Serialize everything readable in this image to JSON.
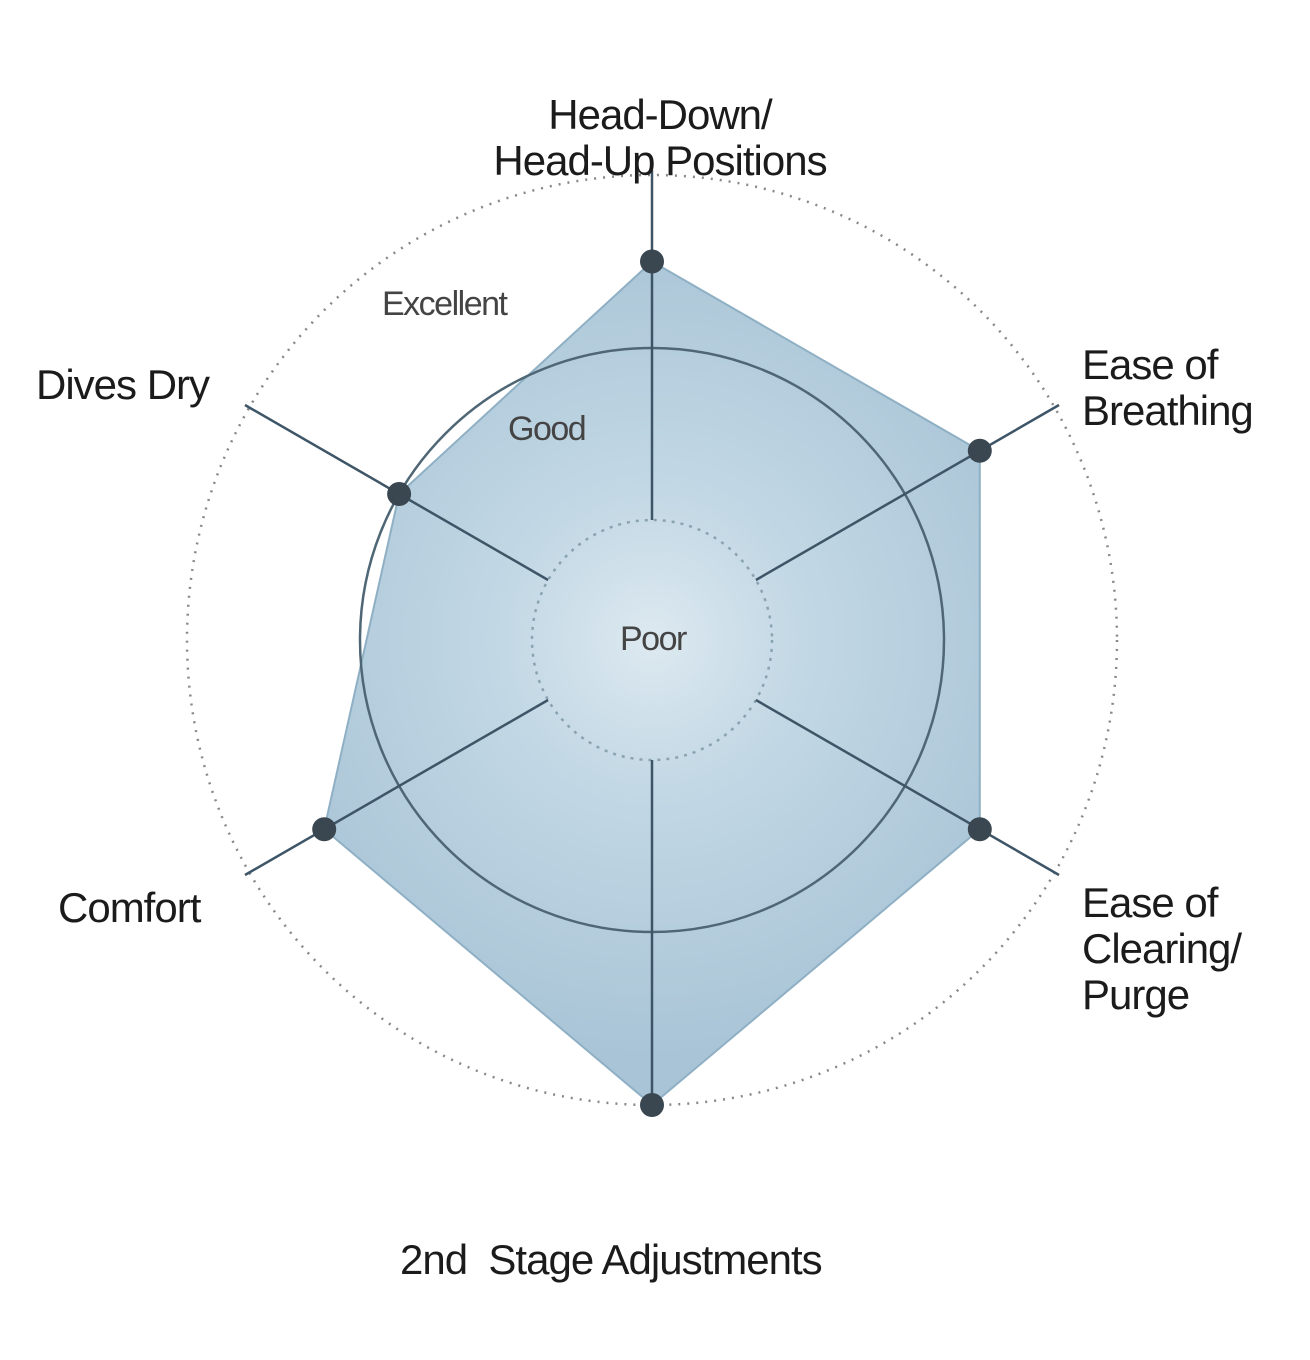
{
  "chart_data": {
    "type": "radar",
    "title": "",
    "axes": [
      {
        "label_lines": [
          "Head-Down/",
          "Head-Up Positions"
        ],
        "value": 2.5
      },
      {
        "label_lines": [
          "Ease of",
          "Breathing"
        ],
        "value": 2.5
      },
      {
        "label_lines": [
          "Ease of",
          "Clearing/",
          "Purge"
        ],
        "value": 2.5
      },
      {
        "label_lines": [
          "2nd  Stage Adjustments"
        ],
        "value": 3
      },
      {
        "label_lines": [
          "Comfort"
        ],
        "value": 2.5
      },
      {
        "label_lines": [
          "Dives Dry"
        ],
        "value": 2
      }
    ],
    "scale": {
      "levels": [
        "Poor",
        "Good",
        "Excellent"
      ],
      "level_values": [
        1,
        2,
        3
      ],
      "range": [
        0,
        3
      ]
    },
    "colors": {
      "fill": "#a8c4d6",
      "center": "#dde9f0",
      "stroke": "#3d5566",
      "point": "#3a4650",
      "ring": "#888888"
    }
  }
}
